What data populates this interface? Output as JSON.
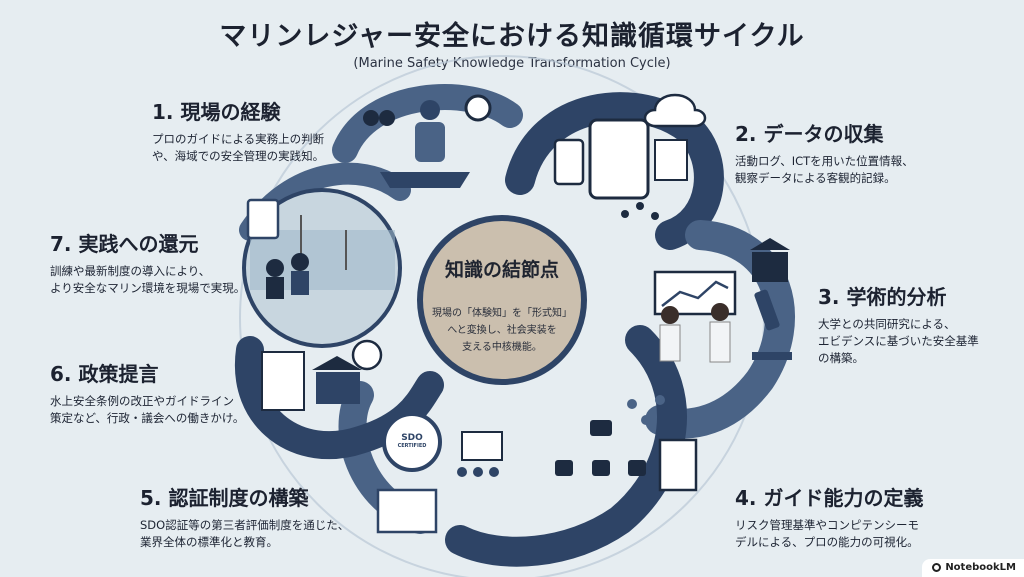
{
  "title": "マリンレジャー安全における知識循環サイクル",
  "subtitle": "(Marine Safety Knowledge Transformation Cycle)",
  "hub": {
    "title": "知識の結節点",
    "lines": [
      "現場の「体験知」を「形式知」",
      "へと変換し、社会実装を",
      "支える中核機能。"
    ]
  },
  "steps": [
    {
      "heading": "1. 現場の経験",
      "lines": [
        "プロのガイドによる実務上の判断",
        "や、海域での安全管理の実践知。"
      ]
    },
    {
      "heading": "2. データの収集",
      "lines": [
        "活動ログ、ICTを用いた位置情報、",
        "観察データによる客観的記録。"
      ]
    },
    {
      "heading": "3. 学術的分析",
      "lines": [
        "大学との共同研究による、",
        "エビデンスに基づいた安全基準",
        "の構築。"
      ]
    },
    {
      "heading": "4. ガイド能力の定義",
      "lines": [
        "リスク管理基準やコンピテンシーモ",
        "デルによる、プロの能力の可視化。"
      ]
    },
    {
      "heading": "5. 認証制度の構築",
      "lines": [
        "SDO認証等の第三者評価制度を通じた、",
        "業界全体の標準化と教育。"
      ]
    },
    {
      "heading": "6. 政策提言",
      "lines": [
        "水上安全条例の改正やガイドライン",
        "策定など、行政・議会への働きかけ。"
      ]
    },
    {
      "heading": "7. 実践への還元",
      "lines": [
        "訓練や最新制度の導入により、",
        "より安全なマリン環境を現場で実現。"
      ]
    }
  ],
  "sdo_badge": {
    "line1": "SDO",
    "line2": "CERTIFIED"
  },
  "watermark": "NotebookLM",
  "colors": {
    "background": "#e6edf1",
    "band_dark": "#2e4466",
    "band_mid": "#4a6386",
    "band_light": "#8fa3be",
    "hub": "#cbbfae"
  }
}
